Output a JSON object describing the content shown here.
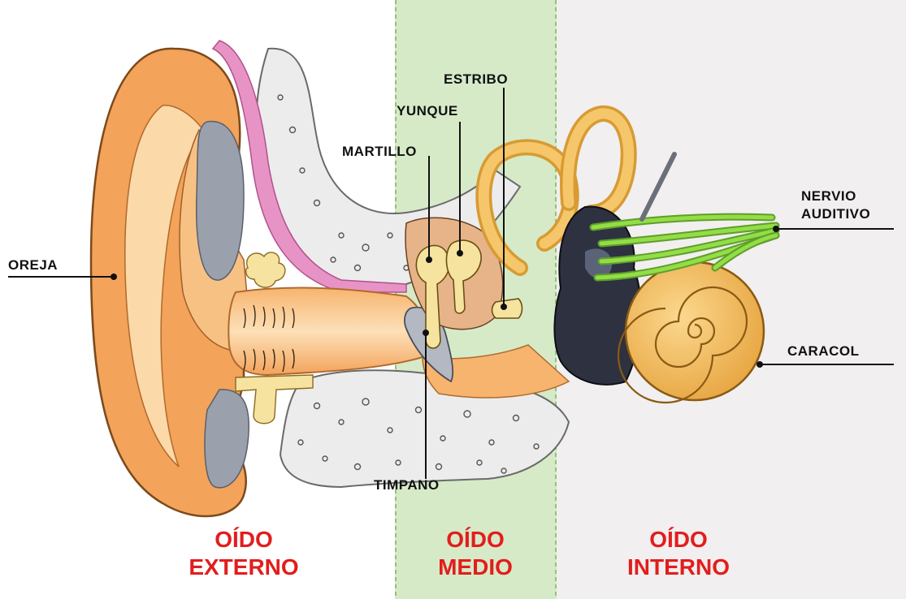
{
  "colors": {
    "middle_ear_bg": "#d6eac8",
    "inner_ear_bg": "#f1efef",
    "zone_text": "#e31d1d",
    "skin": "#f3a35a",
    "bone": "#ededed",
    "cochlea": "#f1bd5b",
    "nerve": "#93dd47",
    "vestibule": "#2d3140"
  },
  "labels": {
    "oreja": "OREJA",
    "martillo": "MARTILLO",
    "yunque": "YUNQUE",
    "estribo": "ESTRIBO",
    "timpano": "TIMPANO",
    "nervio_line1": "NERVIO",
    "nervio_line2": "AUDITIVO",
    "caracol": "CARACOL"
  },
  "zones": {
    "externo": {
      "line1": "OÍDO",
      "line2": "EXTERNO"
    },
    "medio": {
      "line1": "OÍDO",
      "line2": "MEDIO"
    },
    "interno": {
      "line1": "OÍDO",
      "line2": "INTERNO"
    }
  }
}
